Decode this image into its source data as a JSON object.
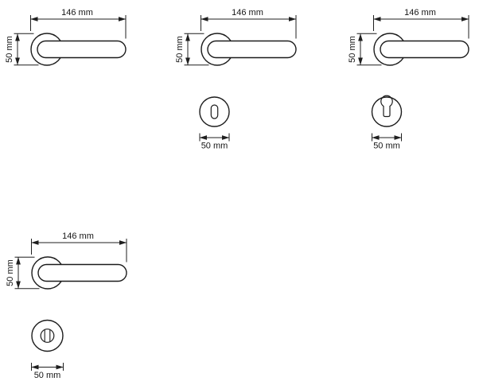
{
  "page": {
    "background_color": "#ffffff",
    "line_color": "#1c1c1c"
  },
  "diagram": {
    "type": "technical-dimension-drawing",
    "subject": "door lever handles with round roses and escutcheons",
    "handles": [
      {
        "name": "lever-handle-plain",
        "width_label": "146 mm",
        "rose_label": "50 mm",
        "escutcheon": null
      },
      {
        "name": "lever-handle-with-key-escutcheon",
        "width_label": "146 mm",
        "rose_label": "50 mm",
        "escutcheon": {
          "type": "key-hole",
          "diameter_label": "50 mm"
        }
      },
      {
        "name": "lever-handle-with-cylinder-escutcheon",
        "width_label": "146 mm",
        "rose_label": "50 mm",
        "escutcheon": {
          "type": "euro-cylinder",
          "diameter_label": "50 mm"
        }
      },
      {
        "name": "lever-handle-with-wc-turn-escutcheon",
        "width_label": "146 mm",
        "rose_label": "50 mm",
        "escutcheon": {
          "type": "wc-thumbturn",
          "diameter_label": "50 mm"
        }
      }
    ]
  }
}
